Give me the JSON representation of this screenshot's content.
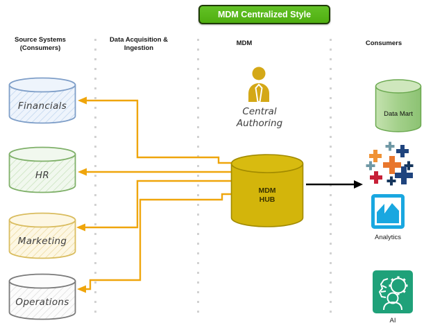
{
  "banner": {
    "label": "MDM Centralized Style",
    "bg_color": "#55B515",
    "border_color": "#1E3A06"
  },
  "headers": {
    "source_line1": "Source Systems",
    "source_line2": "(Consumers)",
    "ingestion_line1": "Data Acquisition &",
    "ingestion_line2": "Ingestion",
    "mdm": "MDM",
    "consumers": "Consumers"
  },
  "source_systems": [
    {
      "label": "Financials",
      "stroke_color": "#7E9EC8"
    },
    {
      "label": "HR",
      "stroke_color": "#7FB069"
    },
    {
      "label": "Marketing",
      "stroke_color": "#D9BC5E"
    },
    {
      "label": "Operations",
      "stroke_color": "#7A7A7A"
    }
  ],
  "mdm_column": {
    "authoring_line1": "Central",
    "authoring_line2": "Authoring",
    "hub_line1": "MDM",
    "hub_line2": "HUB",
    "hub_fill": "#D3B50B",
    "person_icon_color": "#D4A817"
  },
  "consumers_column": {
    "data_mart_label": "Data Mart",
    "analytics_label": "Analytics",
    "ai_label": "AI",
    "analytics_color": "#19A7E0",
    "ai_color": "#1FA179",
    "tableau_colors": [
      "#E8762D",
      "#F09235",
      "#C72037",
      "#7099A6",
      "#1F447E",
      "#16365D"
    ]
  },
  "connectors": {
    "hub_to_sources_color": "#EFA50B",
    "hub_to_consumers_color": "#000000"
  }
}
